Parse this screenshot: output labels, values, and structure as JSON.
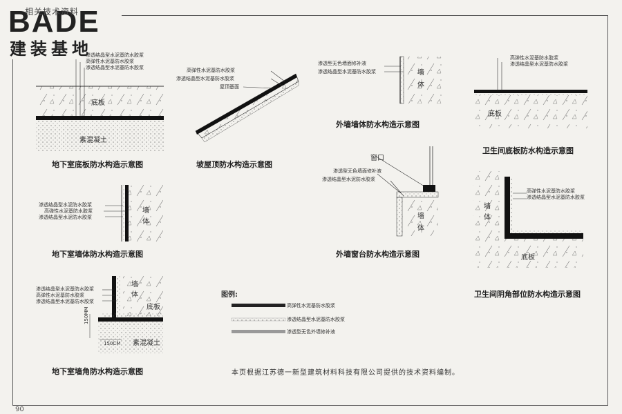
{
  "logo": {
    "header": "相关技术资料",
    "main": "BADE",
    "sub": "建装基地"
  },
  "materials": {
    "elastic": "高弹性水泥基防水胶浆",
    "crystal": "渗透结晶型水泥基防水胶浆",
    "crystal_short": "渗透结晶型水泥防水胶浆",
    "repair": "渗透型无色外墙修补液",
    "repair_wall": "渗透型无色墙面修补液",
    "roof_base": "屋顶基面"
  },
  "words": {
    "floor_slab": "底板",
    "plain_concrete": "素混凝土",
    "wall": "墙",
    "body": "体",
    "window": "窗口",
    "dim_h": "150MM",
    "dim_w": "150CM"
  },
  "diagrams": [
    {
      "id": "basement-floor",
      "caption": "地下室底板防水构造示意图"
    },
    {
      "id": "pitched-roof",
      "caption": "坡屋顶防水构造示意图"
    },
    {
      "id": "exterior-wall",
      "caption": "外墙墙体防水构造示意图"
    },
    {
      "id": "bathroom-floor",
      "caption": "卫生间底板防水构造示意图"
    },
    {
      "id": "basement-wall",
      "caption": "地下室墙体防水构造示意图"
    },
    {
      "id": "exterior-windowsill",
      "caption": "外墙窗台防水构造示意图"
    },
    {
      "id": "bathroom-corner",
      "caption": "卫生间阴角部位防水构造示意图"
    },
    {
      "id": "basement-corner",
      "caption": "地下室墙角防水构造示意图"
    }
  ],
  "legend": {
    "title": "图例:",
    "items": [
      {
        "label": "高弹性水泥基防水胶浆",
        "style": "solid-black"
      },
      {
        "label": "渗透结晶型水泥基防水胶浆",
        "style": "dotted-light"
      },
      {
        "label": "渗透型无色外墙修补液",
        "style": "gray"
      }
    ]
  },
  "footnote": "本页根据江苏德一新型建筑材料科技有限公司提供的技术资料编制。",
  "page_number": "90",
  "colors": {
    "paper": "#f3f2ee",
    "ink": "#222222",
    "hatch": "#888888"
  }
}
